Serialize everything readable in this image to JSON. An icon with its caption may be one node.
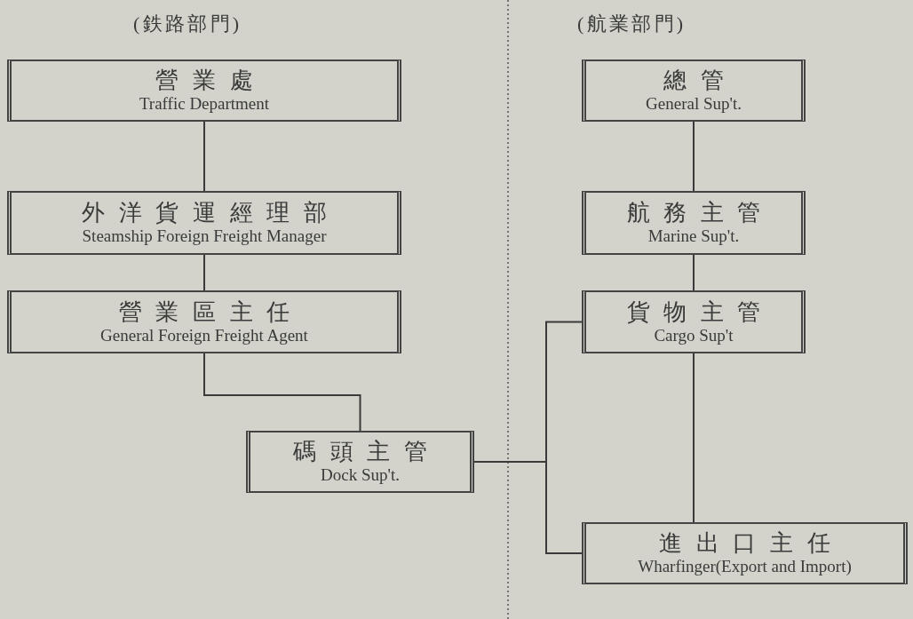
{
  "diagram": {
    "nodes": [
      {
        "text": [
          "營業處",
          "Traffic Department"
        ]
      },
      {
        "text": [
          "外洋貨運經理部",
          "Steamship Foreign Freight Manager"
        ]
      },
      {
        "text": [
          "營業區主任",
          "General Foreign Freight Agent"
        ]
      },
      {
        "text": [
          "碼頭主管",
          "Dock Sup't."
        ]
      },
      {
        "text": [
          "總管",
          "General Sup't."
        ]
      },
      {
        "text": [
          "航務主管",
          "Marine Sup't."
        ]
      },
      {
        "text": [
          "貨物主管",
          "Cargo Sup't"
        ]
      },
      {
        "text": [
          "進出口主任",
          "Wharfinger(Export and Import)"
        ]
      }
    ],
    "edges": [
      {
        "from": 0,
        "to": 1,
        "arrow": "none"
      },
      {
        "from": 1,
        "to": 2,
        "arrow": "none"
      },
      {
        "from": 2,
        "to": 3,
        "arrow": "none"
      },
      {
        "from": 4,
        "to": 5,
        "arrow": "none"
      },
      {
        "from": 5,
        "to": 6,
        "arrow": "none"
      },
      {
        "from": 6,
        "to": 7,
        "arrow": "none"
      },
      {
        "from": 3,
        "to": 6,
        "arrow": "none"
      },
      {
        "from": 3,
        "to": 7,
        "arrow": "none"
      }
    ],
    "labels": [
      "(鉄路部門)",
      "(航業部門)"
    ]
  }
}
